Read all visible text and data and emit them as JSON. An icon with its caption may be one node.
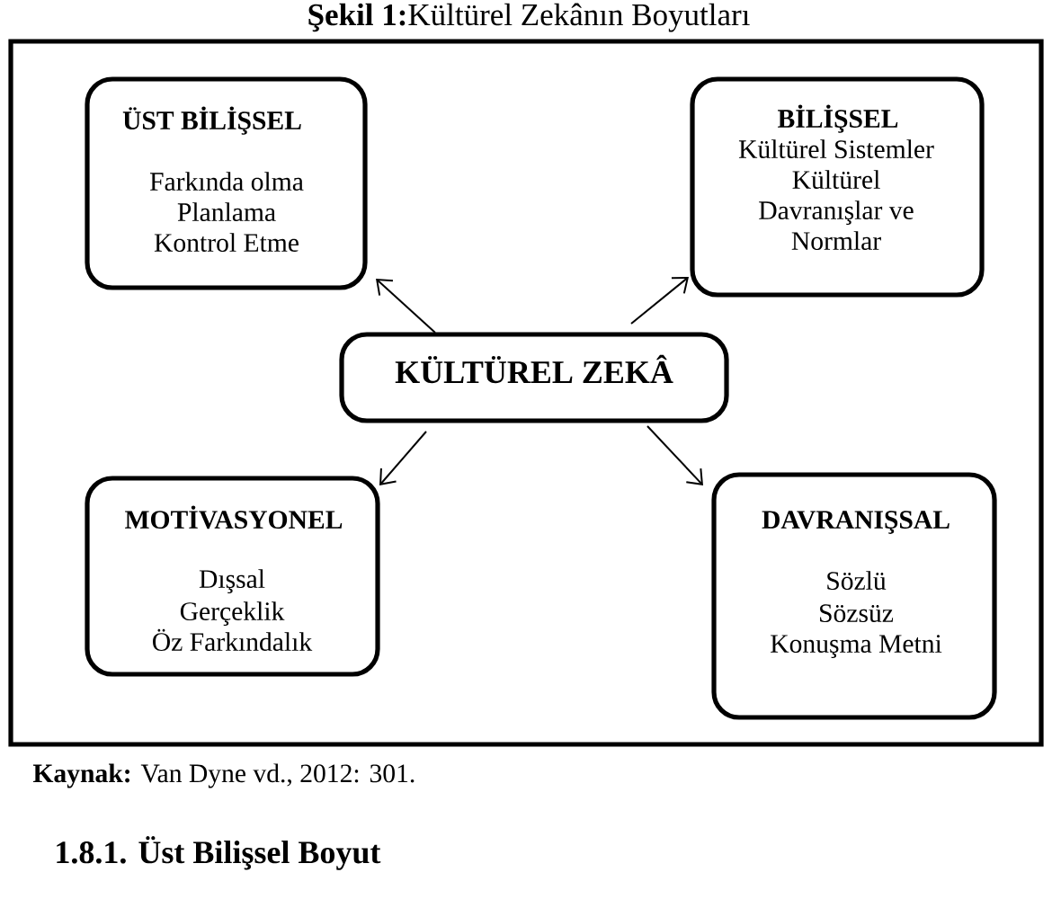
{
  "diagram": {
    "title": "**Şekil 1:**Kültürel Zekânın Boyutları",
    "caption": "**Kaynak:** Van Dyne vd., 2012: 301.",
    "nodes": [
      {
        "text": [
          "ÜST BİLİŞSEL",
          "Farkında olma",
          "Planlama",
          "Kontrol Etme"
        ]
      },
      {
        "text": [
          "BİLİŞSEL",
          "Kültürel Sistemler",
          "Kültürel Davranışlar ve Normlar"
        ]
      },
      {
        "text": [
          "KÜLTÜREL ZEKÂ"
        ]
      },
      {
        "text": [
          "MOTİVASYONEL",
          "Dışsal",
          "Gerçeklik",
          "Öz Farkındalık"
        ]
      },
      {
        "text": [
          "DAVRANIŞSAL",
          "Sözlü",
          "Sözsüz",
          "Konuşma Metni"
        ]
      }
    ],
    "edges": [
      {
        "from": 2,
        "to": 0,
        "arrow": "to"
      },
      {
        "from": 2,
        "to": 1,
        "arrow": "to"
      },
      {
        "from": 2,
        "to": 3,
        "arrow": "to"
      },
      {
        "from": 2,
        "to": 4,
        "arrow": "to"
      }
    ],
    "labels": [
      "1.8.1. Üst Bilişsel Boyut"
    ]
  }
}
